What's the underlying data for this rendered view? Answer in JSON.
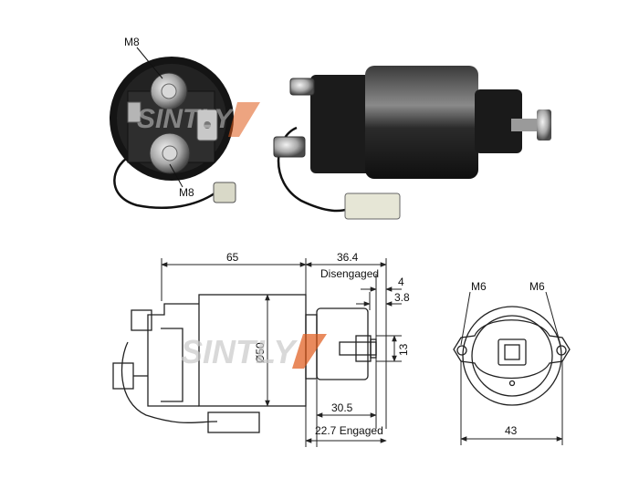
{
  "photo_front": {
    "thread_top": "M8",
    "thread_bottom": "M8"
  },
  "side_view": {
    "overall_length": "65",
    "plunger_travel": "36.4",
    "disengaged_label": "Disengaged",
    "dim_4": "4",
    "dim_3_8": "3.8",
    "diameter": "Ø50",
    "dim_13": "13",
    "dim_30_5": "30.5",
    "engaged_dim": "22.7 Engaged"
  },
  "end_view": {
    "thread_left": "M6",
    "thread_right": "M6",
    "width": "43"
  },
  "watermark": {
    "text": "SINTLY"
  },
  "colors": {
    "line": "#222222",
    "watermark": "#c9c9c9",
    "accent": "#e05a1a"
  }
}
